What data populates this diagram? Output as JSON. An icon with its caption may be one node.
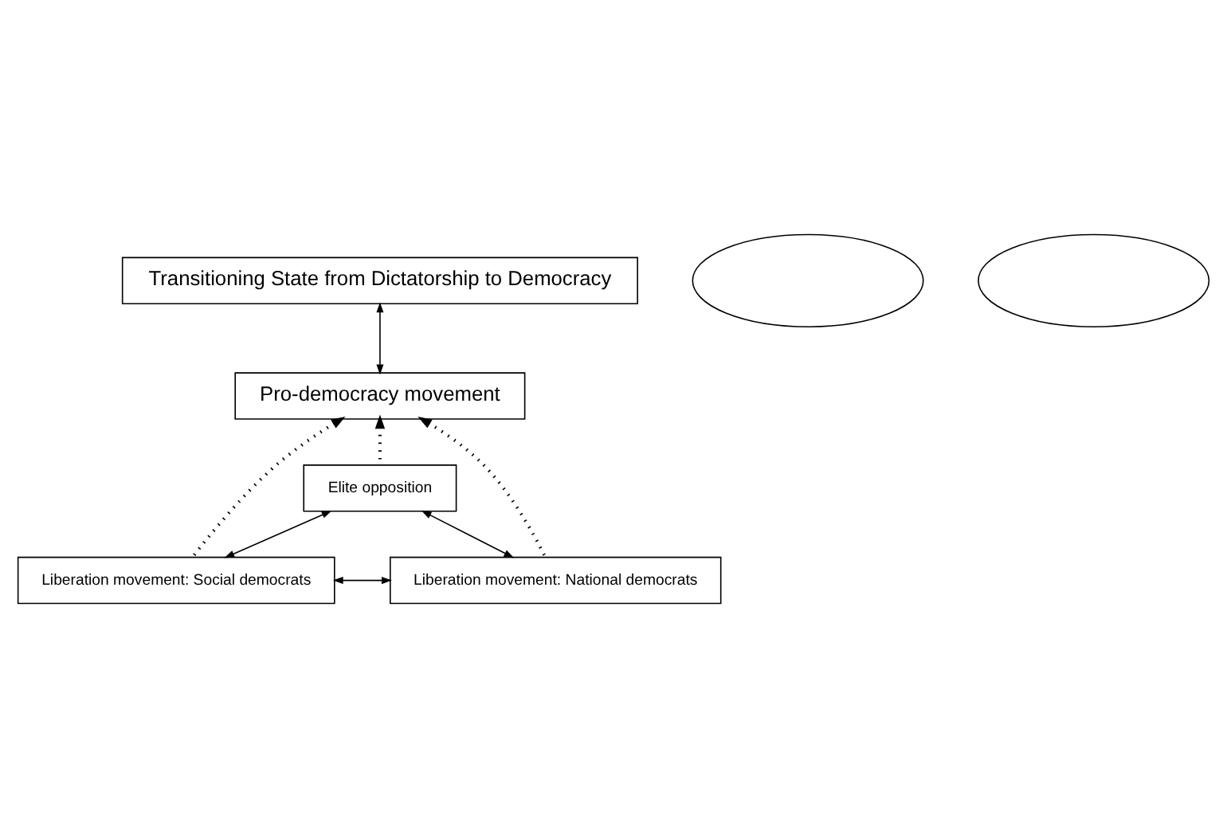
{
  "diagram": {
    "nodes": [
      {
        "text": [
          "Transitioning State from Dictatorship to Democracy"
        ]
      },
      {
        "text": [
          "Pro-democracy movement"
        ]
      },
      {
        "text": [
          "Elite opposition"
        ]
      },
      {
        "text": [
          "Liberation movement: Social democrats"
        ]
      },
      {
        "text": [
          "Liberation movement: National democrats"
        ]
      },
      {
        "text": [],
        "shape": "ellipse"
      },
      {
        "text": [],
        "shape": "ellipse"
      }
    ],
    "edges": [
      {
        "from": 0,
        "to": 1,
        "arrow": "both"
      },
      {
        "from": 3,
        "to": 1,
        "arrow": "to",
        "style": "dashed"
      },
      {
        "from": 2,
        "to": 1,
        "arrow": "to",
        "style": "dashed"
      },
      {
        "from": 4,
        "to": 1,
        "arrow": "to",
        "style": "dashed"
      },
      {
        "from": 2,
        "to": 3,
        "arrow": "both"
      },
      {
        "from": 3,
        "to": 4,
        "arrow": "both"
      },
      {
        "from": 2,
        "to": 4,
        "arrow": "both"
      }
    ]
  }
}
